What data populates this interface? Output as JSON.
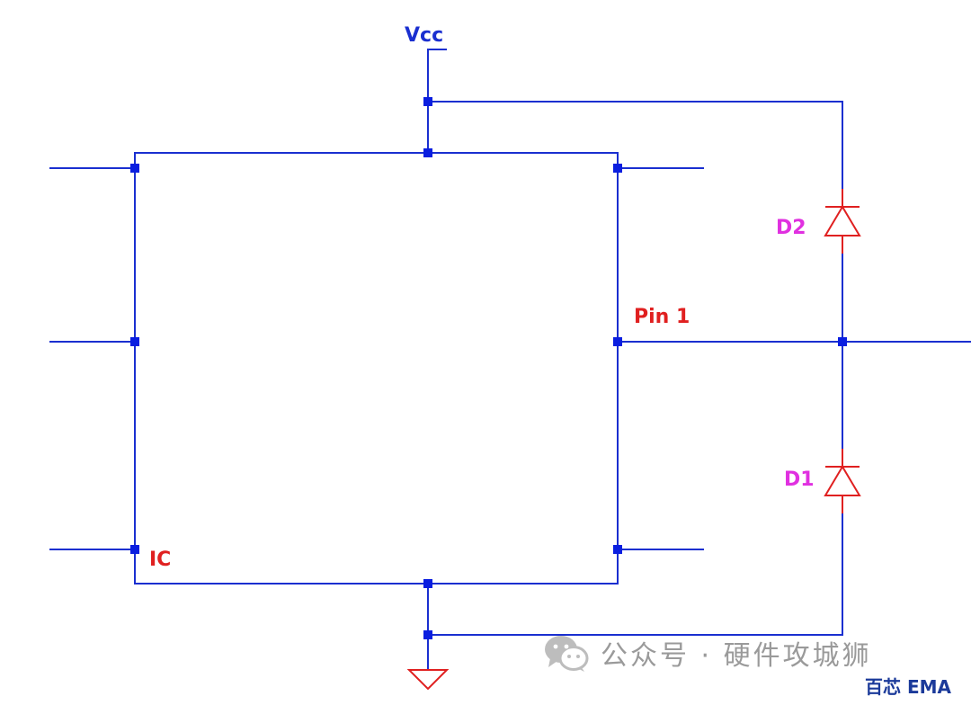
{
  "labels": {
    "vcc": "Vcc",
    "ic": "IC",
    "pin1": "Pin 1",
    "d1": "D1",
    "d2": "D2"
  },
  "colors": {
    "wire": "#1a2fd0",
    "junction": "#0a1ee0",
    "ic_label": "#e02020",
    "diode": "#e02020",
    "diode_label": "#e030e0",
    "vcc_label": "#1a2fd0",
    "watermark": "#9a9a9a",
    "brand": "#1b3a9a"
  },
  "watermark": {
    "icon": "wechat-icon",
    "text": "公众号 · 硬件攻城狮"
  },
  "brand": {
    "text": "百芯 EMA"
  }
}
